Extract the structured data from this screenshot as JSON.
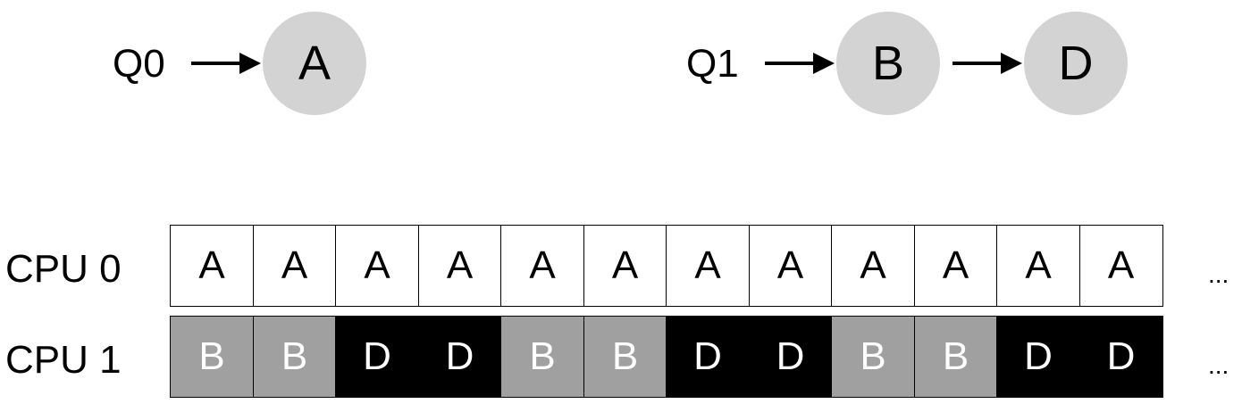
{
  "queues": [
    {
      "label": "Q0",
      "jobs": [
        "A"
      ]
    },
    {
      "label": "Q1",
      "jobs": [
        "B",
        "D"
      ]
    }
  ],
  "cpus": [
    {
      "label": "CPU 0",
      "slots": [
        "A",
        "A",
        "A",
        "A",
        "A",
        "A",
        "A",
        "A",
        "A",
        "A",
        "A",
        "A"
      ]
    },
    {
      "label": "CPU 1",
      "slots": [
        "B",
        "B",
        "D",
        "D",
        "B",
        "B",
        "D",
        "D",
        "B",
        "B",
        "D",
        "D"
      ]
    }
  ],
  "ellipsis": "...",
  "colors": {
    "node_fill": "#d3d3d3",
    "A": {
      "bg": "#ffffff",
      "fg": "#000000"
    },
    "B": {
      "bg": "#a0a0a0",
      "fg": "#ffffff"
    },
    "D": {
      "bg": "#000000",
      "fg": "#ffffff"
    }
  }
}
